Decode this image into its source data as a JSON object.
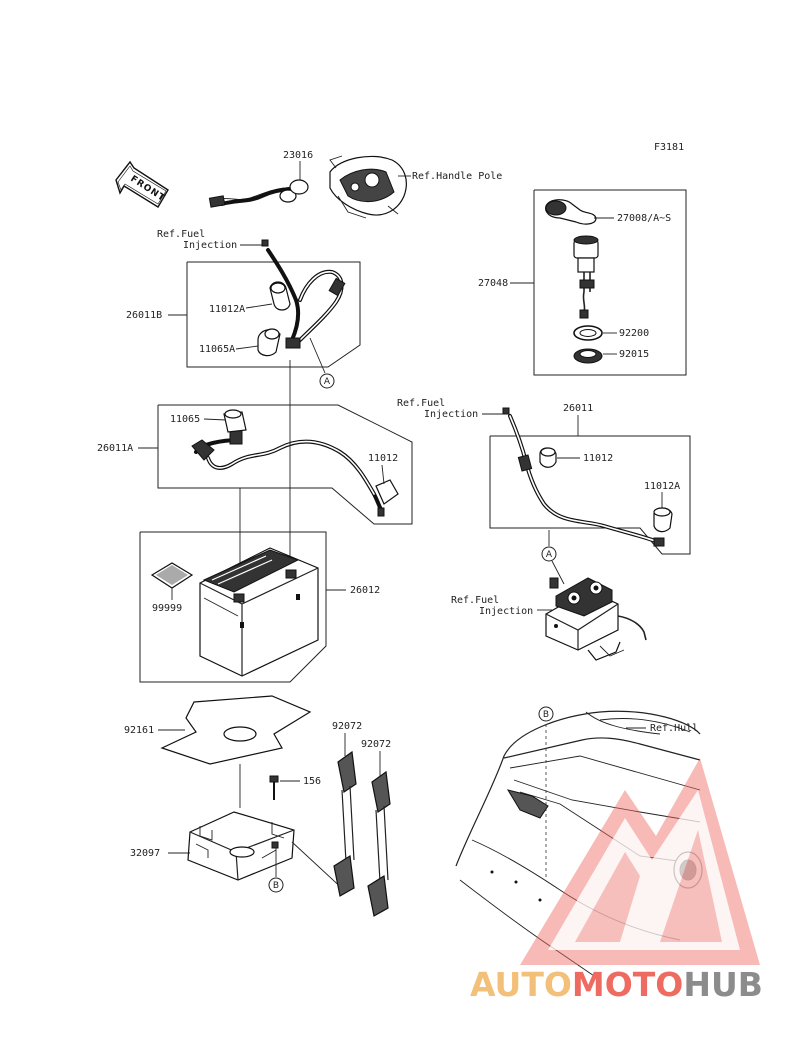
{
  "figure_code": "F3181",
  "front_arrow": "FRONT",
  "labels": {
    "p23016": "23016",
    "ref_handle_pole": "Ref.Handle Pole",
    "ref_fuel_1_a": "Ref.Fuel",
    "ref_fuel_1_b": "Injection",
    "p26011B": "26011B",
    "p11012A_1": "11012A",
    "p11065A": "11065A",
    "p11065": "11065",
    "p26011A": "26011A",
    "p11012_1": "11012",
    "p99999": "99999",
    "p26012": "26012",
    "p27008": "27008/A~S",
    "p27048": "27048",
    "p92200": "92200",
    "p92015": "92015",
    "ref_fuel_2_a": "Ref.Fuel",
    "ref_fuel_2_b": "Injection",
    "p26011": "26011",
    "p11012_2": "11012",
    "p11012A_2": "11012A",
    "ref_fuel_3_a": "Ref.Fuel",
    "ref_fuel_3_b": "Injection",
    "p92161": "92161",
    "p92072_1": "92072",
    "p92072_2": "92072",
    "p156": "156",
    "p32097": "32097",
    "ref_hull": "Ref.Hull"
  },
  "callouts": {
    "a1": "A",
    "a2": "A",
    "b1": "B",
    "b2": "B"
  },
  "watermark": {
    "part1": "AUTO",
    "part2": "MOTO",
    "part3": "HUB",
    "colors": {
      "auto": "#f3c07a",
      "moto": "#ee6b62",
      "hub": "#8c8c8c"
    }
  }
}
